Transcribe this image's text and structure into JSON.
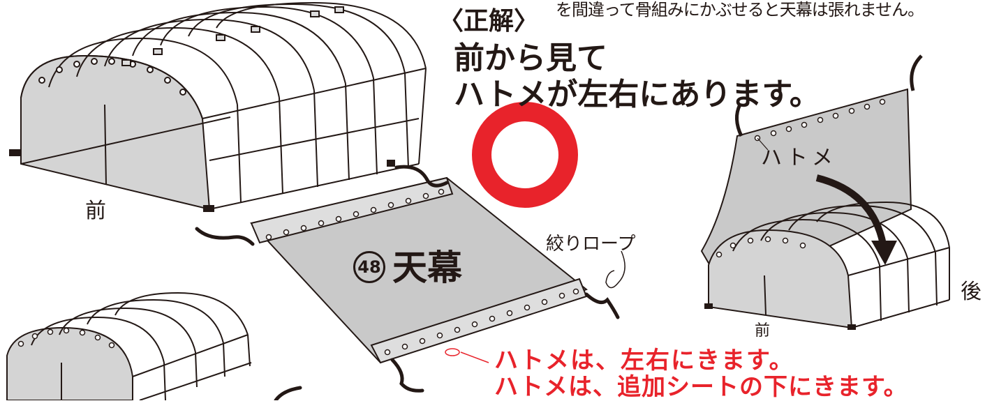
{
  "notes": {
    "top_note": "を間違って骨組みにかぶせると天幕は張れません。",
    "correct_label": "〈正解〉",
    "description_line1": "前から見て",
    "description_line2": "ハトメが左右にあります。"
  },
  "labels": {
    "front_left": "前",
    "front_right": "前",
    "back_right": "後",
    "grommet": "ハトメ",
    "drawstring_rope": "絞りロープ",
    "part_number": "48",
    "part_name": "天幕"
  },
  "callouts": {
    "red_line1": "ハトメは、左右にきます。",
    "red_line2": "ハトメは、追加シートの下にきます。"
  },
  "colors": {
    "ink": "#231815",
    "panel_gray": "#d4d4d4",
    "sheet_gray": "#c9c9c9",
    "accent_red": "#e8232b"
  },
  "icons": {
    "correct_mark": "red-circle-icon"
  }
}
